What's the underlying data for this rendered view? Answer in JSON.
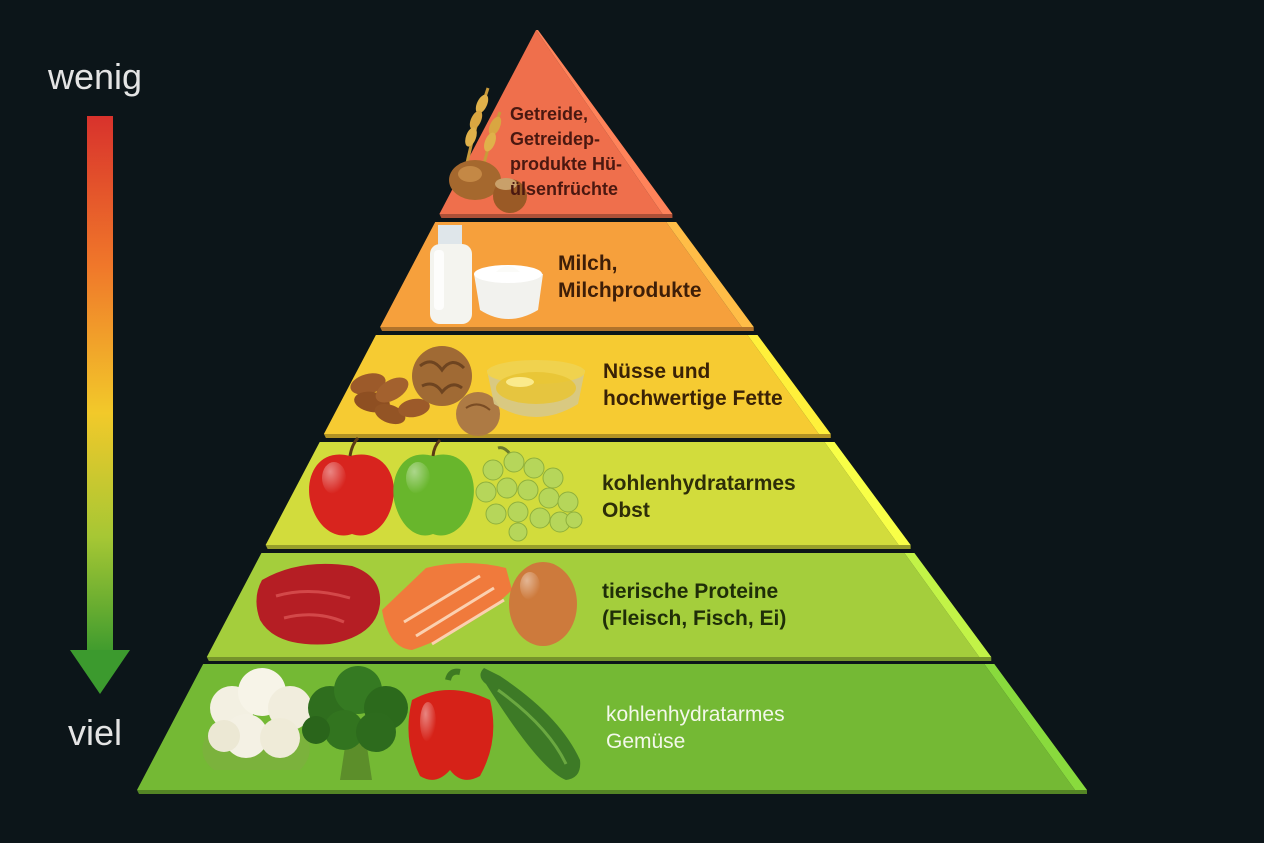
{
  "scale": {
    "top_label": "wenig",
    "bottom_label": "viel"
  },
  "tiers": [
    {
      "lines": [
        "Getreide,",
        "Getreidep-",
        "produkte Hü-",
        "ülsenfrüchte"
      ],
      "color": "#ef6f4c"
    },
    {
      "lines": [
        "Milch,",
        "Milchprodukte"
      ],
      "color": "#f6a03c"
    },
    {
      "lines": [
        "Nüsse und",
        "hochwertige Fette"
      ],
      "color": "#f6cb32"
    },
    {
      "lines": [
        "kohlenhydratarmes",
        "Obst"
      ],
      "color": "#d2dc3c"
    },
    {
      "lines": [
        "tierische Proteine",
        "(Fleisch, Fisch, Ei)"
      ],
      "color": "#a4ce3c"
    },
    {
      "lines": [
        "kohlenhydratarmes",
        "Gemüse"
      ],
      "color": "#74b934"
    }
  ],
  "icons": [
    "wheat-icon",
    "hazelnut-icon",
    "milk-bottle-icon",
    "yogurt-bowl-icon",
    "almond-icon",
    "walnut-icon",
    "oil-bowl-icon",
    "red-apple-icon",
    "green-apple-icon",
    "grapes-icon",
    "steak-icon",
    "salmon-icon",
    "egg-icon",
    "cauliflower-icon",
    "broccoli-icon",
    "bell-pepper-icon",
    "zucchini-icon"
  ]
}
